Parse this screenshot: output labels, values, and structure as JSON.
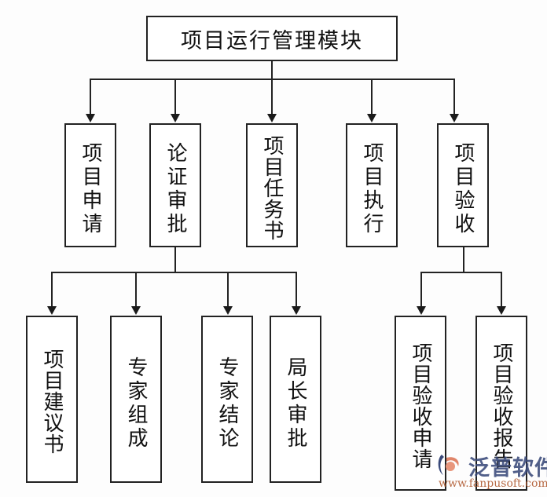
{
  "diagram": {
    "title": "项目运行管理模块",
    "type": "flowchart",
    "root": {
      "label": "项目运行管理模块",
      "orientation": "horizontal"
    },
    "level2": [
      {
        "label": "项目申请",
        "orientation": "vertical"
      },
      {
        "label": "论证审批",
        "orientation": "vertical"
      },
      {
        "label": "项目任务书",
        "orientation": "vertical"
      },
      {
        "label": "项目执行",
        "orientation": "vertical"
      },
      {
        "label": "项目验收",
        "orientation": "vertical"
      }
    ],
    "level3_left": [
      {
        "label": "项目建议书",
        "orientation": "vertical"
      },
      {
        "label": "专家组成",
        "orientation": "vertical"
      },
      {
        "label": "专家结论",
        "orientation": "vertical"
      },
      {
        "label": "局长审批",
        "orientation": "vertical"
      }
    ],
    "level3_right": [
      {
        "label": "项目验收申请",
        "orientation": "vertical"
      },
      {
        "label": "项目验收报告",
        "orientation": "vertical"
      }
    ],
    "colors": {
      "line": "#232323",
      "box_border": "#222222",
      "box_fill": "#ffffff",
      "text": "#111111",
      "background": "#fdfdfd"
    }
  },
  "watermark": {
    "brand": "泛普软件",
    "url": "www.fanpusoft.com",
    "brand_color": "#3a4a7a",
    "url_color": "#b05a30"
  }
}
